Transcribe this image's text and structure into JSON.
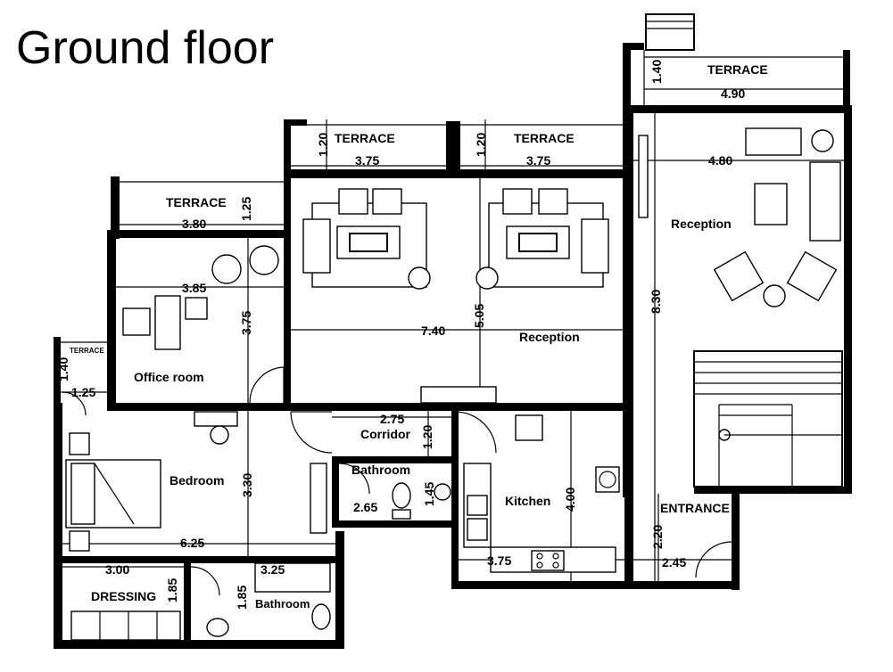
{
  "title": "Ground floor",
  "rooms": {
    "terrace_top_right": "TERRACE",
    "terrace_mid_left": "TERRACE",
    "terrace_mid_right": "TERRACE",
    "terrace_left": "TERRACE",
    "terrace_small": "TERRACE",
    "reception_main": "Reception",
    "reception_right": "Reception",
    "office": "Office room",
    "bedroom": "Bedroom",
    "corridor": "Corridor",
    "bathroom_mid": "Bathroom",
    "bathroom_bottom": "Bathroom",
    "kitchen": "Kitchen",
    "entrance": "ENTRANCE",
    "dressing": "DRESSING"
  },
  "dimensions": {
    "d_140_top": "1.40",
    "d_490": "4.90",
    "d_120_a": "1.20",
    "d_375_a": "3.75",
    "d_120_b": "1.20",
    "d_375_b": "3.75",
    "d_480": "4.80",
    "d_125_v": "1.25",
    "d_380": "3.80",
    "d_385": "3.85",
    "d_375_v": "3.75",
    "d_740": "7.40",
    "d_505": "5.05",
    "d_830": "8.30",
    "d_140_small": "1.40",
    "d_125_small": "1.25",
    "d_275": "2.75",
    "d_120_c": "1.20",
    "d_330": "3.30",
    "d_145": "1.45",
    "d_265": "2.65",
    "d_400": "4.00",
    "d_220": "2.20",
    "d_245": "2.45",
    "d_625": "6.25",
    "d_300": "3.00",
    "d_185_a": "1.85",
    "d_185_b": "1.85",
    "d_325": "3.25",
    "d_375_c": "3.75"
  }
}
